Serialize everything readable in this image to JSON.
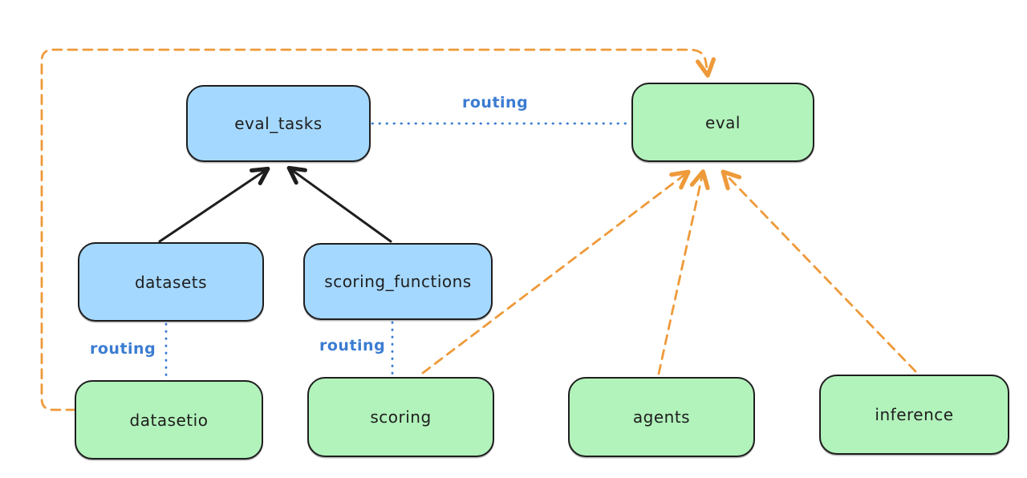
{
  "diagram": {
    "nodes": [
      {
        "id": "eval_tasks",
        "label": "eval_tasks",
        "fill": "#a5d8ff"
      },
      {
        "id": "eval",
        "label": "eval",
        "fill": "#b2f2bb"
      },
      {
        "id": "datasets",
        "label": "datasets",
        "fill": "#a5d8ff"
      },
      {
        "id": "scoring_functions",
        "label": "scoring_functions",
        "fill": "#a5d8ff"
      },
      {
        "id": "datasetio",
        "label": "datasetio",
        "fill": "#b2f2bb"
      },
      {
        "id": "scoring",
        "label": "scoring",
        "fill": "#b2f2bb"
      },
      {
        "id": "agents",
        "label": "agents",
        "fill": "#b2f2bb"
      },
      {
        "id": "inference",
        "label": "inference",
        "fill": "#b2f2bb"
      }
    ],
    "edges": [
      {
        "from": "datasets",
        "to": "eval_tasks",
        "style": "solid",
        "arrow": true,
        "color": "#1e1e1e",
        "label": ""
      },
      {
        "from": "scoring_functions",
        "to": "eval_tasks",
        "style": "solid",
        "arrow": true,
        "color": "#1e1e1e",
        "label": ""
      },
      {
        "from": "eval_tasks",
        "to": "eval",
        "style": "dotted",
        "arrow": false,
        "color": "#3b7cd2",
        "label": "routing"
      },
      {
        "from": "datasets",
        "to": "datasetio",
        "style": "dotted",
        "arrow": false,
        "color": "#3b7cd2",
        "label": "routing"
      },
      {
        "from": "scoring_functions",
        "to": "scoring",
        "style": "dotted",
        "arrow": false,
        "color": "#3b7cd2",
        "label": "routing"
      },
      {
        "from": "datasetio",
        "to": "eval",
        "style": "dashed",
        "arrow": true,
        "color": "#ee9a3a",
        "label": ""
      },
      {
        "from": "scoring",
        "to": "eval",
        "style": "dashed",
        "arrow": true,
        "color": "#ee9a3a",
        "label": ""
      },
      {
        "from": "agents",
        "to": "eval",
        "style": "dashed",
        "arrow": true,
        "color": "#ee9a3a",
        "label": ""
      },
      {
        "from": "inference",
        "to": "eval",
        "style": "dashed",
        "arrow": true,
        "color": "#ee9a3a",
        "label": ""
      }
    ],
    "colors": {
      "blue_fill": "#a5d8ff",
      "green_fill": "#b2f2bb",
      "stroke": "#1e1e1e",
      "routing_blue": "#3b7cd2",
      "orange": "#ee9a3a",
      "background": "#ffffff"
    }
  }
}
